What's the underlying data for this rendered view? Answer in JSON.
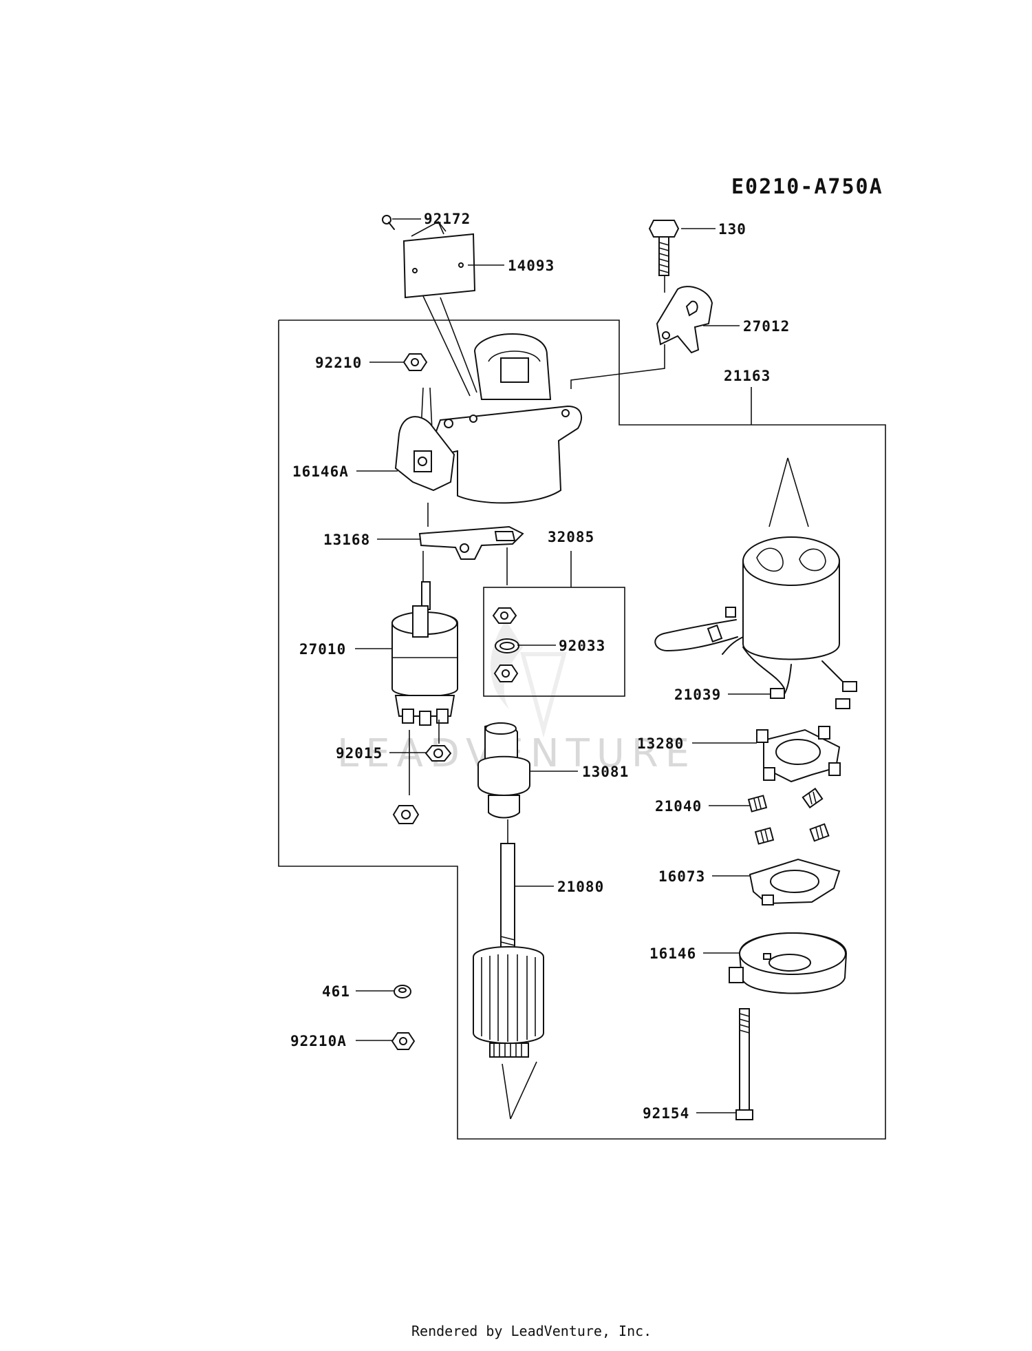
{
  "diagram_code": "E0210-A750A",
  "watermark": "LEADVENTURE",
  "footer": "Rendered by LeadVenture, Inc.",
  "parts": [
    {
      "id": "p92172",
      "label": "92172"
    },
    {
      "id": "p14093",
      "label": "14093"
    },
    {
      "id": "p130",
      "label": "130"
    },
    {
      "id": "p27012",
      "label": "27012"
    },
    {
      "id": "p92210",
      "label": "92210"
    },
    {
      "id": "p21163",
      "label": "21163"
    },
    {
      "id": "p16146A",
      "label": "16146A"
    },
    {
      "id": "p13168",
      "label": "13168"
    },
    {
      "id": "p32085",
      "label": "32085"
    },
    {
      "id": "p92033",
      "label": "92033"
    },
    {
      "id": "p27010",
      "label": "27010"
    },
    {
      "id": "p21039",
      "label": "21039"
    },
    {
      "id": "p13280",
      "label": "13280"
    },
    {
      "id": "p92015",
      "label": "92015"
    },
    {
      "id": "p13081",
      "label": "13081"
    },
    {
      "id": "p21040",
      "label": "21040"
    },
    {
      "id": "p16073",
      "label": "16073"
    },
    {
      "id": "p21080",
      "label": "21080"
    },
    {
      "id": "p16146",
      "label": "16146"
    },
    {
      "id": "p461",
      "label": "461"
    },
    {
      "id": "p92210A",
      "label": "92210A"
    },
    {
      "id": "p92154",
      "label": "92154"
    }
  ]
}
